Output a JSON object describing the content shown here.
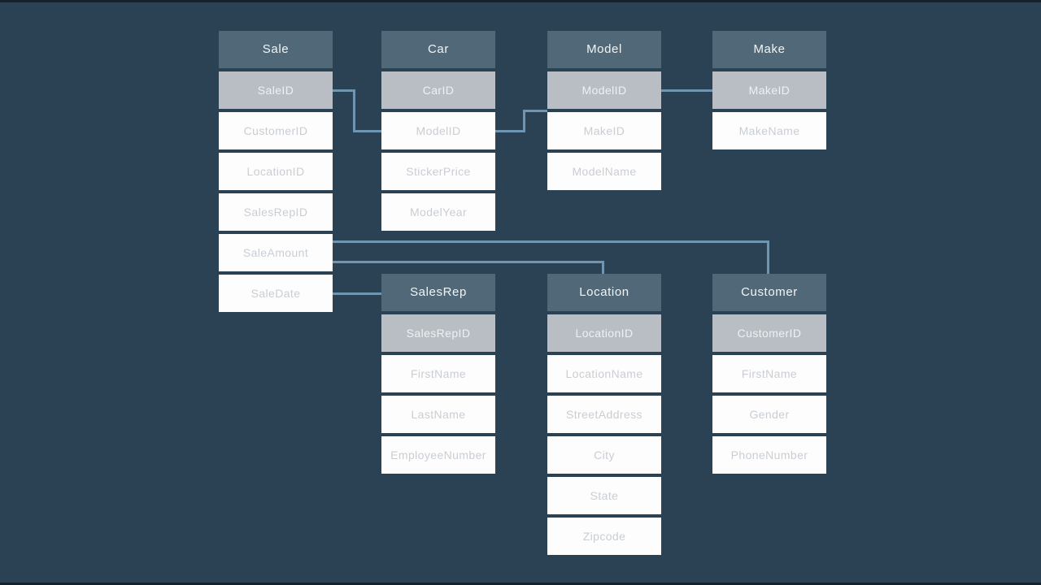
{
  "diagram_type": "entity-relationship",
  "tables": {
    "sale": {
      "title": "Sale",
      "fields": [
        {
          "label": "SaleID",
          "key": true
        },
        {
          "label": "CustomerID"
        },
        {
          "label": "LocationID"
        },
        {
          "label": "SalesRepID"
        },
        {
          "label": "SaleAmount"
        },
        {
          "label": "SaleDate"
        }
      ]
    },
    "car": {
      "title": "Car",
      "fields": [
        {
          "label": "CarID",
          "key": true
        },
        {
          "label": "ModelID"
        },
        {
          "label": "StickerPrice"
        },
        {
          "label": "ModelYear"
        }
      ]
    },
    "model": {
      "title": "Model",
      "fields": [
        {
          "label": "ModelID",
          "key": true
        },
        {
          "label": "MakeID"
        },
        {
          "label": "ModelName"
        }
      ]
    },
    "make": {
      "title": "Make",
      "fields": [
        {
          "label": "MakeID",
          "key": true
        },
        {
          "label": "MakeName"
        }
      ]
    },
    "salesrep": {
      "title": "SalesRep",
      "fields": [
        {
          "label": "SalesRepID",
          "key": true
        },
        {
          "label": "FirstName"
        },
        {
          "label": "LastName"
        },
        {
          "label": "EmployeeNumber"
        }
      ]
    },
    "location": {
      "title": "Location",
      "fields": [
        {
          "label": "LocationID",
          "key": true
        },
        {
          "label": "LocationName"
        },
        {
          "label": "StreetAddress"
        },
        {
          "label": "City"
        },
        {
          "label": "State"
        },
        {
          "label": "Zipcode"
        }
      ]
    },
    "customer": {
      "title": "Customer",
      "fields": [
        {
          "label": "CustomerID",
          "key": true
        },
        {
          "label": "FirstName"
        },
        {
          "label": "Gender"
        },
        {
          "label": "PhoneNumber"
        }
      ]
    }
  },
  "relationships": [
    {
      "from": "Sale.SaleID",
      "to": "Car.ModelID"
    },
    {
      "from": "Car.ModelID",
      "to": "Model.ModelID"
    },
    {
      "from": "Model.ModelID",
      "to": "Make.MakeID"
    },
    {
      "from": "Sale.SaleAmount",
      "to": "Customer"
    },
    {
      "from": "Sale.SaleAmount",
      "to": "Location"
    },
    {
      "from": "Sale.SaleDate",
      "to": "SalesRep"
    }
  ],
  "colors": {
    "background": "#2a4254",
    "table_header": "#516879",
    "key_row": "#b9bec4",
    "row_background": "#fdfdfd",
    "row_text": "#c9ced4",
    "header_text": "#f2f5f6",
    "key_row_text": "#eef1f3",
    "connector_line": "#6e95b2",
    "edge_bar": "#15212b"
  }
}
